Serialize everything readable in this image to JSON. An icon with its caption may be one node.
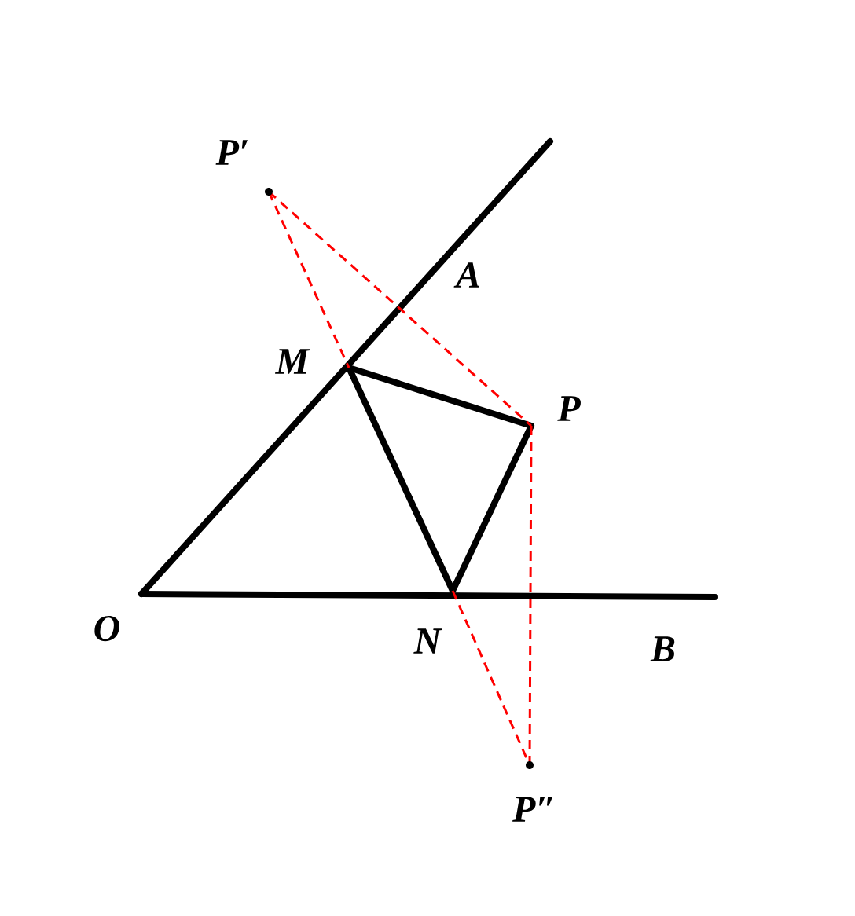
{
  "diagram": {
    "nodes": [
      {
        "text": [
          "O"
        ]
      },
      {
        "text": [
          "M"
        ]
      },
      {
        "text": [
          "N"
        ]
      },
      {
        "text": [
          "P"
        ]
      },
      {
        "text": [
          "P′"
        ]
      },
      {
        "text": [
          "P″"
        ]
      }
    ],
    "edges": [
      {
        "from": 0,
        "to": null,
        "arrow": "none"
      },
      {
        "from": 0,
        "to": null,
        "arrow": "none"
      },
      {
        "from": 1,
        "to": 3,
        "arrow": "none"
      },
      {
        "from": 1,
        "to": 2,
        "arrow": "none"
      },
      {
        "from": 2,
        "to": 3,
        "arrow": "none"
      },
      {
        "from": 4,
        "to": 1,
        "arrow": "none",
        "style": "dashed",
        "color": "#ff0000"
      },
      {
        "from": 4,
        "to": 3,
        "arrow": "none",
        "style": "dashed",
        "color": "#ff0000"
      },
      {
        "from": 3,
        "to": 5,
        "arrow": "none",
        "style": "dashed",
        "color": "#ff0000"
      },
      {
        "from": 2,
        "to": 5,
        "arrow": "none",
        "style": "dashed",
        "color": "#ff0000"
      }
    ],
    "labels": [
      "A",
      "B"
    ]
  }
}
